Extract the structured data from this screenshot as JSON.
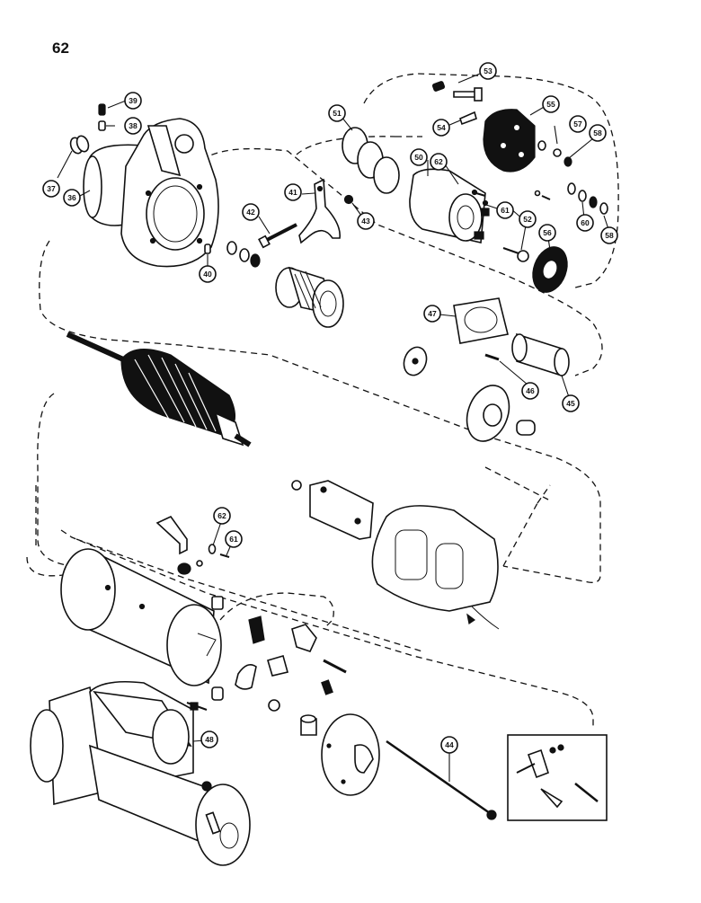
{
  "page": {
    "number": "62"
  },
  "callouts": [
    {
      "id": "c37",
      "label": "37"
    },
    {
      "id": "c36",
      "label": "36"
    },
    {
      "id": "c38",
      "label": "38"
    },
    {
      "id": "c39",
      "label": "39"
    },
    {
      "id": "c40",
      "label": "40"
    },
    {
      "id": "c41",
      "label": "41"
    },
    {
      "id": "c42",
      "label": "42"
    },
    {
      "id": "c43",
      "label": "43"
    },
    {
      "id": "c44",
      "label": "44"
    },
    {
      "id": "c45",
      "label": "45"
    },
    {
      "id": "c46",
      "label": "46"
    },
    {
      "id": "c47",
      "label": "47"
    },
    {
      "id": "c48",
      "label": "48"
    },
    {
      "id": "c50",
      "label": "50"
    },
    {
      "id": "c51",
      "label": "51"
    },
    {
      "id": "c52",
      "label": "52"
    },
    {
      "id": "c53",
      "label": "53"
    },
    {
      "id": "c54",
      "label": "54"
    },
    {
      "id": "c55",
      "label": "55"
    },
    {
      "id": "c56",
      "label": "56"
    },
    {
      "id": "c57",
      "label": "57"
    },
    {
      "id": "c58a",
      "label": "58"
    },
    {
      "id": "c58b",
      "label": "58"
    },
    {
      "id": "c60",
      "label": "60"
    },
    {
      "id": "c61a",
      "label": "61"
    },
    {
      "id": "c61b",
      "label": "61"
    },
    {
      "id": "c62a",
      "label": "62"
    },
    {
      "id": "c62b",
      "label": "62"
    }
  ]
}
